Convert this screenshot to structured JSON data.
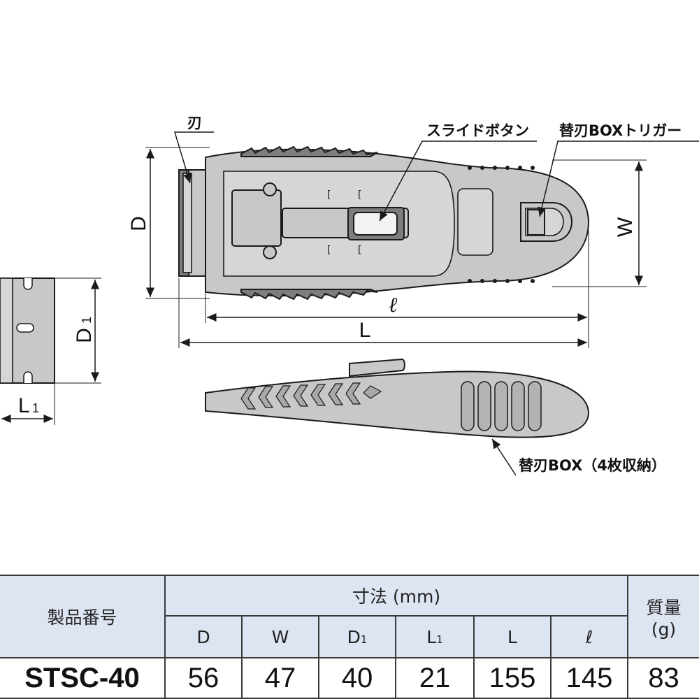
{
  "labels": {
    "blade": "刃",
    "slide_button": "スライドボタン",
    "blade_box_trigger": "替刃BOXトリガー",
    "blade_box": "替刃BOX（4枚収納）"
  },
  "dimension_labels": {
    "D": "D",
    "W": "W",
    "D1_main": "D",
    "D1_sub": "1",
    "L1_main": "L",
    "L1_sub": "1",
    "ell": "ℓ",
    "L": "L"
  },
  "table": {
    "product_number_header": "製品番号",
    "dimensions_header": "寸法 (mm)",
    "mass_header_1": "質量",
    "mass_header_2": "(g)",
    "columns": [
      {
        "main": "D",
        "sub": ""
      },
      {
        "main": "W",
        "sub": ""
      },
      {
        "main": "D",
        "sub": "1"
      },
      {
        "main": "L",
        "sub": "1"
      },
      {
        "main": "L",
        "sub": ""
      },
      {
        "main": "ℓ",
        "sub": ""
      }
    ],
    "row": {
      "model": "STSC-40",
      "values": [
        "56",
        "47",
        "40",
        "21",
        "155",
        "145"
      ],
      "mass": "83"
    }
  }
}
